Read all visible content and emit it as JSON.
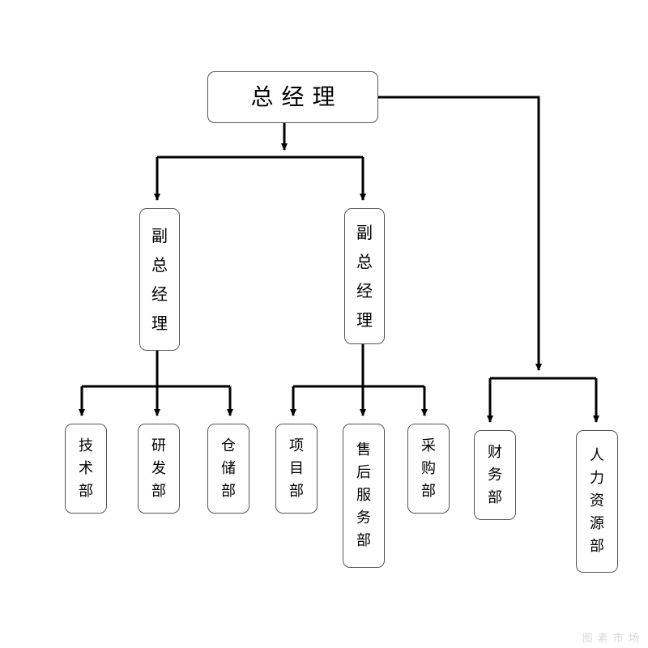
{
  "ceo": {
    "chars": [
      "总",
      "经",
      "理"
    ]
  },
  "vp_left": {
    "chars": [
      "副",
      "总",
      "经",
      "理"
    ]
  },
  "vp_right": {
    "chars": [
      "副",
      "总",
      "经",
      "理"
    ]
  },
  "departments": {
    "tech": {
      "chars": [
        "技",
        "术",
        "部"
      ]
    },
    "rnd": {
      "chars": [
        "研",
        "发",
        "部"
      ]
    },
    "warehouse": {
      "chars": [
        "仓",
        "储",
        "部"
      ]
    },
    "project": {
      "chars": [
        "项",
        "目",
        "部"
      ]
    },
    "after_sales": {
      "chars": [
        "售",
        "后",
        "服",
        "务",
        "部"
      ]
    },
    "purchasing": {
      "chars": [
        "采",
        "购",
        "部"
      ]
    },
    "finance": {
      "chars": [
        "财",
        "务",
        "部"
      ]
    },
    "hr": {
      "chars": [
        "人",
        "力",
        "资",
        "源",
        "部"
      ]
    }
  },
  "watermark": {
    "text": "图 素 市 场"
  },
  "colors": {
    "line": "#000000",
    "border": "#555555"
  }
}
